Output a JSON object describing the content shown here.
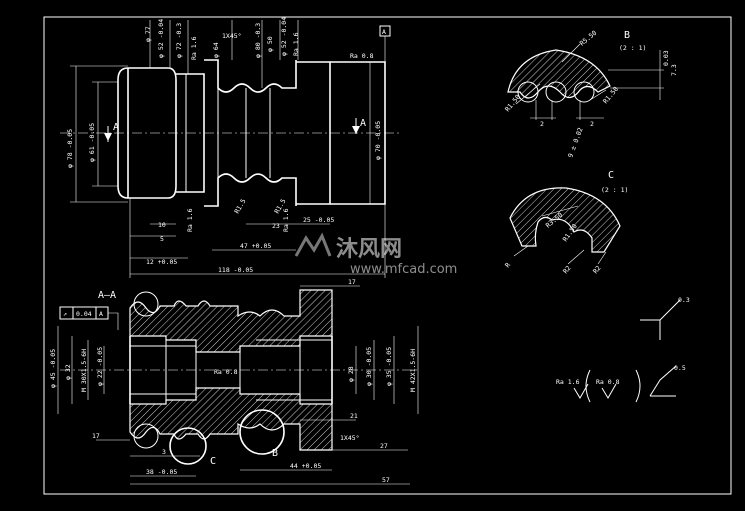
{
  "front_view": {
    "dims_top": [
      "φ 77",
      "φ 52 -0.04",
      "φ 72 -0.3",
      "Ra 1.6",
      "φ 64",
      "φ 80 -0.3",
      "φ 50",
      "φ 52 -0.04",
      "Ra 1.6"
    ],
    "chamfer_top": "1X45°",
    "ra_right": "Ra 0.8",
    "dims_left": [
      "φ 78 -0.05",
      "φ 61 -0.05"
    ],
    "dim_right": "φ 70 -0.05",
    "section_letter": "A",
    "ra_bottom": [
      "Ra 1.6",
      "Ra 1.6"
    ],
    "r_labels": [
      "R1.5",
      "R1.5"
    ],
    "dims_bottom": [
      "10",
      "5",
      "12 +0.05",
      "47 +0.05",
      "23",
      "25 -0.05",
      "118 -0.05"
    ]
  },
  "section_aa": {
    "title": "A–A",
    "tolerance_symbol": "↗",
    "tolerance_value": "0.04",
    "tolerance_datum": "A",
    "dims_left": [
      "φ 45 -0.05",
      "φ 32",
      "M 30X1.5-6H",
      "φ 22 -0.05"
    ],
    "dims_right": [
      "φ 28",
      "φ 30 -0.05",
      "φ 35 -0.05",
      "M 42X1.5-6H"
    ],
    "ra_mid": "Ra 0.8",
    "dims_top": [
      "17"
    ],
    "dims_right_side": [
      "21",
      "1X45°",
      "27",
      "57"
    ],
    "dims_bottom": [
      "17",
      "3",
      "38 -0.05",
      "44 +0.05"
    ],
    "view_letters": [
      "C",
      "B"
    ]
  },
  "detail_b": {
    "title": "B",
    "scale": "(2 : 1)",
    "radius_labels": [
      "R5.50",
      "R1.50",
      "R1.50"
    ],
    "dims": [
      "2",
      "2",
      "7.3",
      "0.03",
      "9 ± 0.02"
    ]
  },
  "detail_c": {
    "title": "C",
    "scale": "(2 : 1)",
    "radius_labels": [
      "R3.50",
      "R1.50",
      "R",
      "R2",
      "R2"
    ]
  },
  "surface_symbols": {
    "symbol_1": "0.3",
    "symbol_2": "Ra 1.6",
    "symbol_3": "Ra 0.8",
    "symbol_4": "0.5"
  },
  "watermark": {
    "brand": "沐风网",
    "url": "www.mfcad.com"
  }
}
